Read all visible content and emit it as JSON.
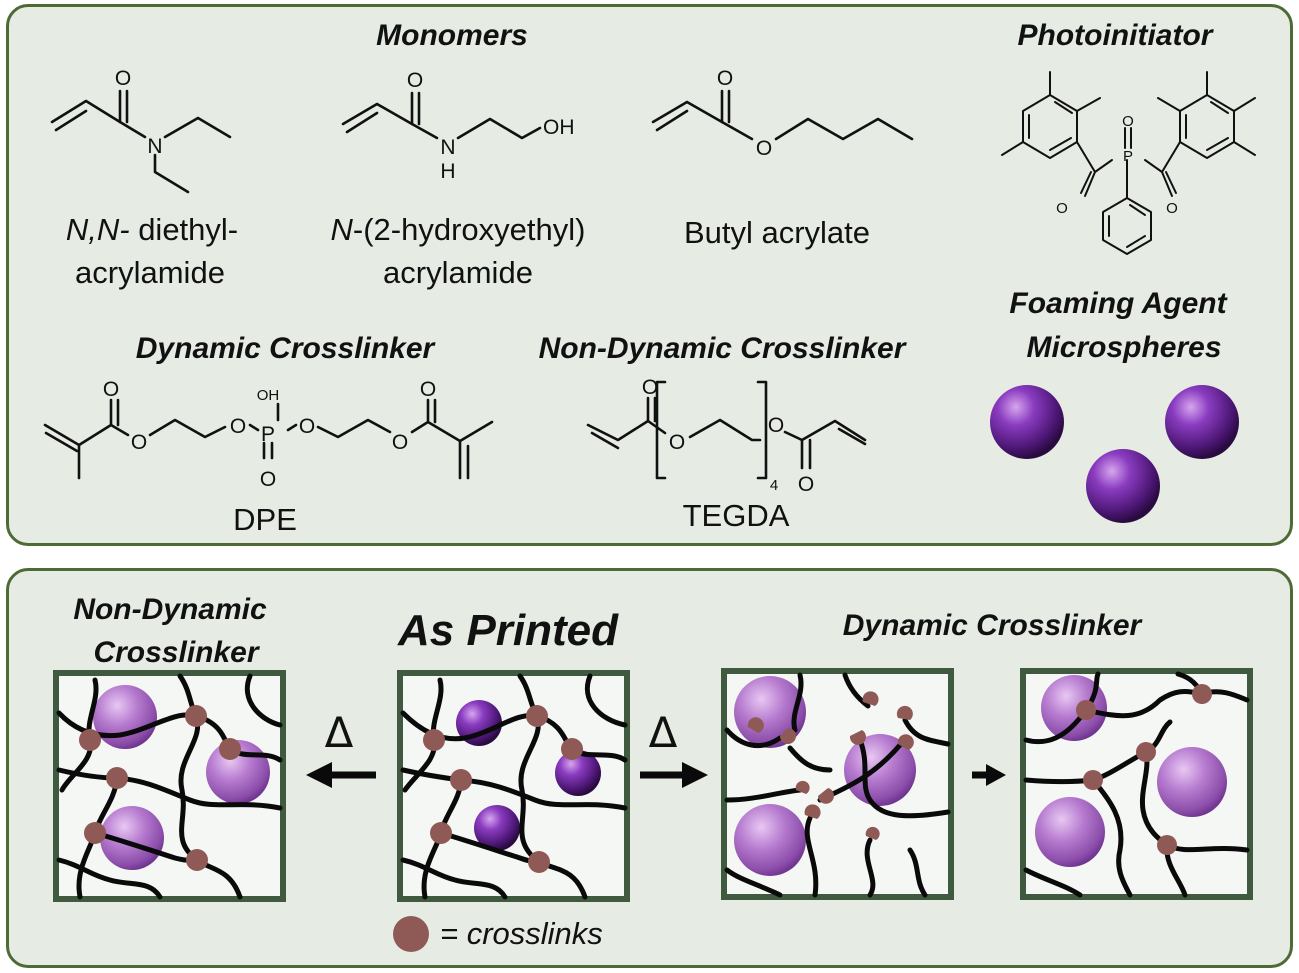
{
  "top": {
    "monomers_title": "Monomers",
    "photoinitiator_title": "Photoinitiator",
    "monomer1_line1_italic": "N,N-",
    "monomer1_line1_rest": " diethyl-",
    "monomer1_line2": "acrylamide",
    "monomer2_line1_italic": "N",
    "monomer2_line1_rest": "-(2-hydroxyethyl)",
    "monomer2_line2": "acrylamide",
    "monomer3": "Butyl acrylate",
    "foaming_line1": "Foaming Agent",
    "foaming_line2": "Microspheres",
    "dynamic_title": "Dynamic Crosslinker",
    "nondynamic_title": "Non-Dynamic Crosslinker",
    "dpe": "DPE",
    "tegda": "TEGDA",
    "repeat_n": "4"
  },
  "atoms": {
    "O": "O",
    "N": "N",
    "H": "H",
    "NH": "N",
    "OH": "OH",
    "P": "P"
  },
  "bottom": {
    "nondynamic_line1": "Non-Dynamic",
    "nondynamic_line2": "Crosslinker",
    "as_printed": "As Printed",
    "dynamic": "Dynamic Crosslinker",
    "delta_left": "Δ",
    "delta_right": "Δ",
    "legend_text": "= crosslinks"
  },
  "colors": {
    "panel_bg": "#e6ebe4",
    "panel_border": "#4e6a35",
    "crosslink": "#8f5a55",
    "sphere_dark": "#5b1f86",
    "sphere_light": "#b77ad0"
  }
}
